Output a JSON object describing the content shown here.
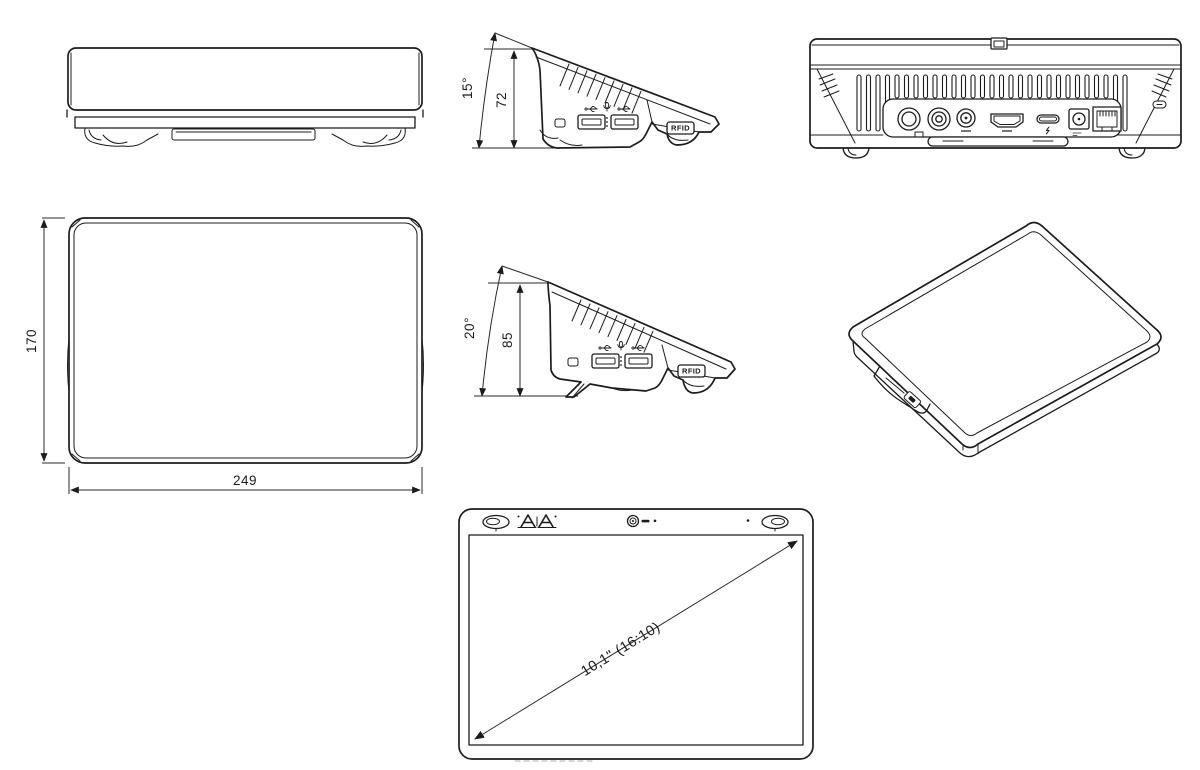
{
  "meta": {
    "drawing_type": "device dimensional drawing, 7 views",
    "background_color": "#ffffff",
    "line_color": "#1c1c1c"
  },
  "views": {
    "side_15": {
      "angle": "15°",
      "height": "72",
      "rfid": "RFID"
    },
    "side_20": {
      "angle": "20°",
      "height": "85",
      "rfid": "RFID"
    },
    "top": {
      "depth": "170",
      "width": "249"
    },
    "screen": {
      "diagonal": "10,1\" (16:10)"
    }
  },
  "icons": {
    "usb_icon": "usb-trident",
    "microphone_icon": "mic-with-dots",
    "camera_icon": "concentric-lens",
    "speaker_icon": "oval-grille",
    "hdmi_port": "trapezoid-socket",
    "usb_c_port": "pill-socket",
    "dc_jack": "barrel-in-square",
    "ethernet_port": "rj45-socket",
    "round_ports": "circular-din-sockets",
    "lock_slot": "kensington-slot",
    "vent_grille": "vertical-slats",
    "brand_logo": "double-A-wordmark"
  }
}
